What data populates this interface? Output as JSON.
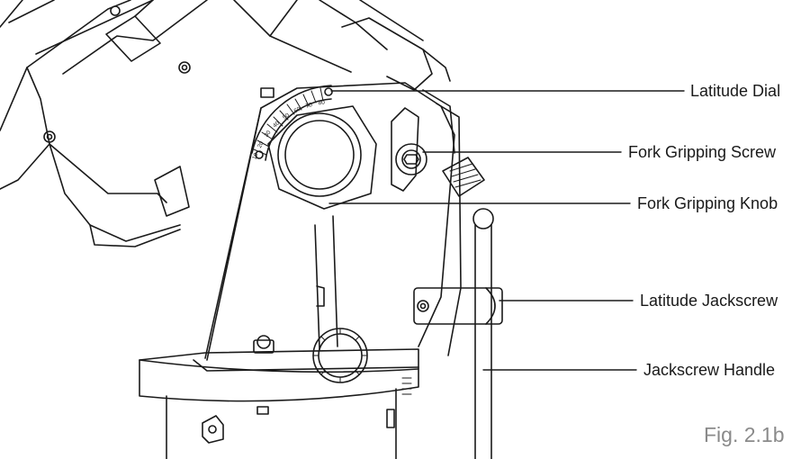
{
  "callouts": [
    {
      "id": "latitude-dial",
      "label": "Latitude Dial"
    },
    {
      "id": "fork-gripping-screw",
      "label": "Fork Gripping Screw"
    },
    {
      "id": "fork-gripping-knob",
      "label": "Fork Gripping Knob"
    },
    {
      "id": "latitude-jackscrew",
      "label": "Latitude Jackscrew"
    },
    {
      "id": "jackscrew-handle",
      "label": "Jackscrew Handle"
    }
  ],
  "dial_ticks": [
    "10",
    "20",
    "30",
    "40",
    "50",
    "60",
    "70",
    "80"
  ],
  "figure_caption": "Fig. 2.1b",
  "colors": {
    "line": "#1a1a1a",
    "caption": "#8a8a8a",
    "background": "#ffffff"
  }
}
